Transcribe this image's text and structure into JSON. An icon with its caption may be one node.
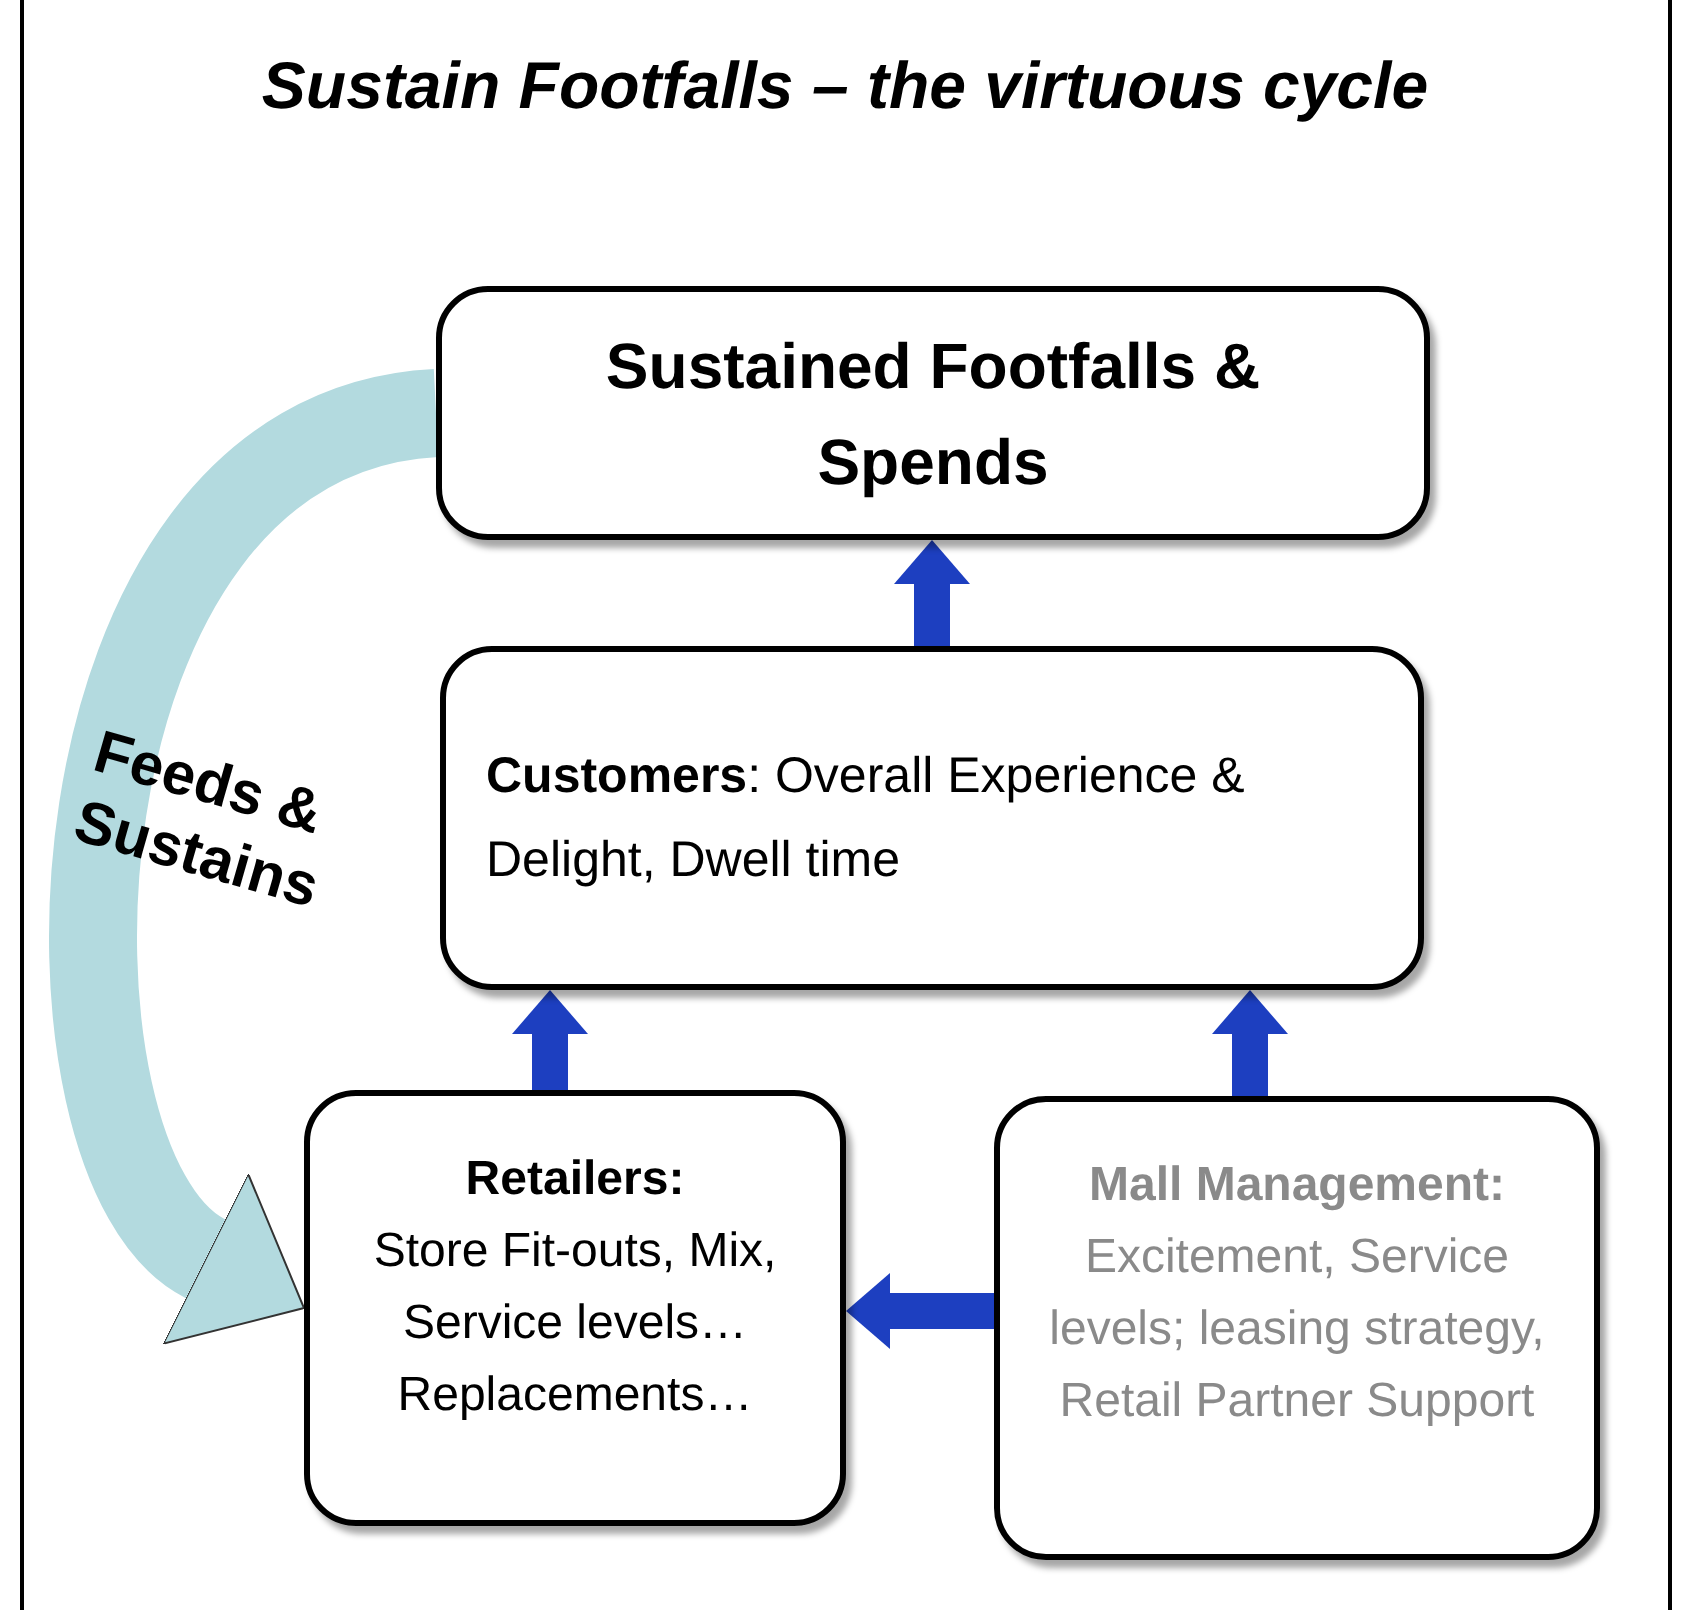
{
  "diagram": {
    "title": "Sustain Footfalls – the virtuous cycle",
    "nodes": [
      {
        "text": [
          "Sustained Footfalls & Spends"
        ]
      },
      {
        "text": [
          "**Customers**: Overall Experience & Delight, Dwell time"
        ]
      },
      {
        "text": [
          "**Retailers**:",
          "Store Fit-outs, Mix, Service levels… Replacements…"
        ]
      },
      {
        "text": [
          "Mall Management:",
          "Excitement, Service levels; leasing strategy, Retail Partner Support"
        ]
      }
    ],
    "edges": [
      {
        "from": 1,
        "to": 0,
        "arrow": "to"
      },
      {
        "from": 2,
        "to": 1,
        "arrow": "to"
      },
      {
        "from": 3,
        "to": 1,
        "arrow": "to"
      },
      {
        "from": 3,
        "to": 2,
        "arrow": "to"
      },
      {
        "from": 0,
        "to": 2,
        "arrow": "to",
        "style": "thick",
        "color": "#b3dadf",
        "label": "Feeds & Sustains"
      }
    ]
  }
}
